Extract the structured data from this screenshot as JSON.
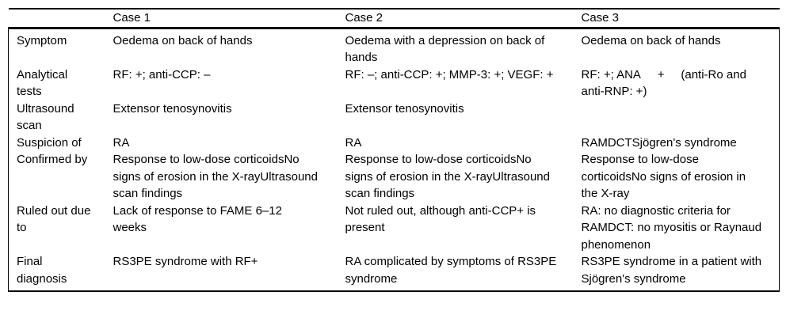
{
  "figure": {
    "columns": [
      "",
      "Case 1",
      "Case 2",
      "Case 3"
    ],
    "rows": [
      {
        "label": "Symptom",
        "case1": "Oedema on back of hands",
        "case2": "Oedema with a depression on back of hands",
        "case3": "Oedema on back of hands"
      },
      {
        "label": "Analytical tests",
        "case1": "RF: +; anti-CCP: –",
        "case2": "RF: –; anti-CCP: +; MMP-3: +; VEGF: +",
        "case3": "RF: +; ANA     +     (anti-Ro and anti-RNP: +)"
      },
      {
        "label": "Ultrasound scan",
        "case1": "Extensor tenosynovitis",
        "case2": "Extensor tenosynovitis",
        "case3": ""
      },
      {
        "label": "Suspicion of",
        "case1": "RA",
        "case2": "RA",
        "case3": "RAMDCTSjögren's syndrome"
      },
      {
        "label": "Confirmed by",
        "case1": "Response to low-dose corticoidsNo signs of erosion in the X-rayUltrasound scan findings",
        "case2": "Response to low-dose corticoidsNo signs of erosion in the X-rayUltrasound scan findings",
        "case3": "Response to low-dose corticoidsNo signs of erosion in the X-ray"
      },
      {
        "label": "Ruled out due to",
        "case1": "Lack of response to FAME 6–12 weeks",
        "case2": "Not ruled out, although anti-CCP+ is present",
        "case3": "RA: no diagnostic criteria for RAMDCT: no myositis or Raynaud phenomenon"
      },
      {
        "label": "Final diagnosis",
        "case1": "RS3PE syndrome with RF+",
        "case2": "RA complicated by symptoms of RS3PE syndrome",
        "case3": "RS3PE syndrome in a patient with Sjögren's syndrome"
      }
    ],
    "colors": {
      "text": "#000000",
      "rule": "#000000",
      "background": "#ffffff"
    }
  }
}
